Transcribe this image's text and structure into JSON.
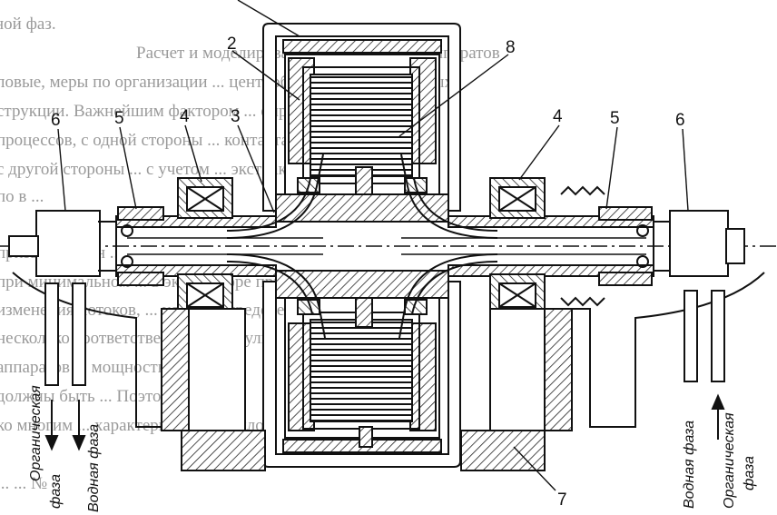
{
  "callouts": {
    "c2": "2",
    "c8": "8",
    "c3": "3",
    "c4l": "4",
    "c4r": "4",
    "c5l": "5",
    "c5r": "5",
    "c6l": "6",
    "c6r": "6",
    "c7": "7"
  },
  "phases": {
    "left_organic": [
      "Органическая",
      "фаза"
    ],
    "left_water": "Водная фаза",
    "right_water": "Водная фаза",
    "right_organic": [
      "Органическая",
      "фаза"
    ]
  },
  "background_text": [
    "ной фаз.",
    "Расчет и моделирование ... контактных аппаратов",
    "ловые, меры по организации ... центробежно-экстракционных",
    "струкции. Важнейшим фактором ... определить оптимал-",
    "процессов, с одной стороны ... контакта фаз, что позво-",
    "с другой стороны ... с учетом ... экстракции",
    "по в ...",
    "призводительн ... ",
    "при минимальном ... в экстракторе прим-",
    "изменения потоков, ... условий пределения ...",
    "несколько соответственно ... в резуль-",
    "аппаратов ... мощность ...",
    "должны быть ... Поэтому ...",
    "ко многим ... характеристик ... тепло-",
    "... ... №"
  ],
  "colors": {
    "line": "#111111",
    "hatch": "#222222",
    "background_text": "#9a9a9a"
  }
}
